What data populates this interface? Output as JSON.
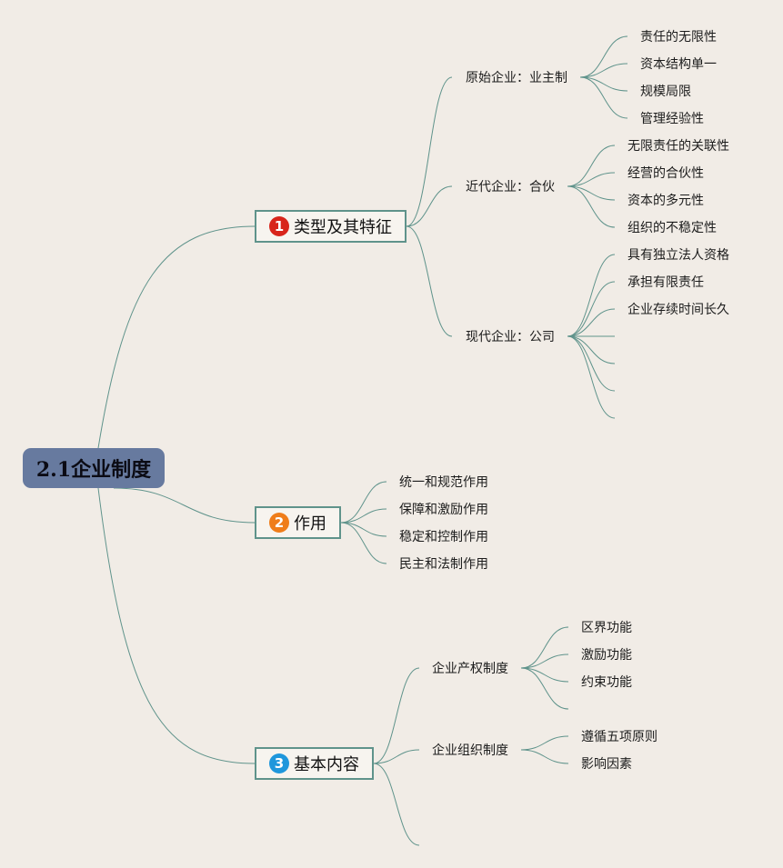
{
  "root": {
    "label": "2.1企业制度"
  },
  "colors": {
    "background": "#f1ece6",
    "root_fill": "#677a9f",
    "branch_border": "#5f938b",
    "connector": "#5f938b",
    "badge_1": "#d8251b",
    "badge_2": "#ef7d1a",
    "badge_3": "#1f97dc"
  },
  "branches": [
    {
      "number": "1",
      "label": "类型及其特征",
      "children": [
        {
          "label": "原始企业：业主制",
          "leaves": [
            "责任的无限性",
            "资本结构单一",
            "规模局限",
            "管理经验性"
          ]
        },
        {
          "label": "近代企业：合伙",
          "leaves": [
            "无限责任的关联性",
            "经营的合伙性",
            "资本的多元性",
            "组织的不稳定性"
          ]
        },
        {
          "label": "现代企业：公司",
          "leaves": [
            "具有独立法人资格",
            "承担有限责任",
            "企业存续时间长久",
            "",
            "",
            "",
            ""
          ]
        }
      ]
    },
    {
      "number": "2",
      "label": "作用",
      "children": [
        {
          "label": "统一和规范作用",
          "leaves": []
        },
        {
          "label": "保障和激励作用",
          "leaves": []
        },
        {
          "label": "稳定和控制作用",
          "leaves": []
        },
        {
          "label": "民主和法制作用",
          "leaves": []
        }
      ]
    },
    {
      "number": "3",
      "label": "基本内容",
      "children": [
        {
          "label": "企业产权制度",
          "leaves": [
            "区界功能",
            "激励功能",
            "约束功能",
            ""
          ]
        },
        {
          "label": "企业组织制度",
          "leaves": [
            "遵循五项原则",
            "影响因素"
          ]
        },
        {
          "label": "",
          "leaves": []
        }
      ]
    }
  ]
}
